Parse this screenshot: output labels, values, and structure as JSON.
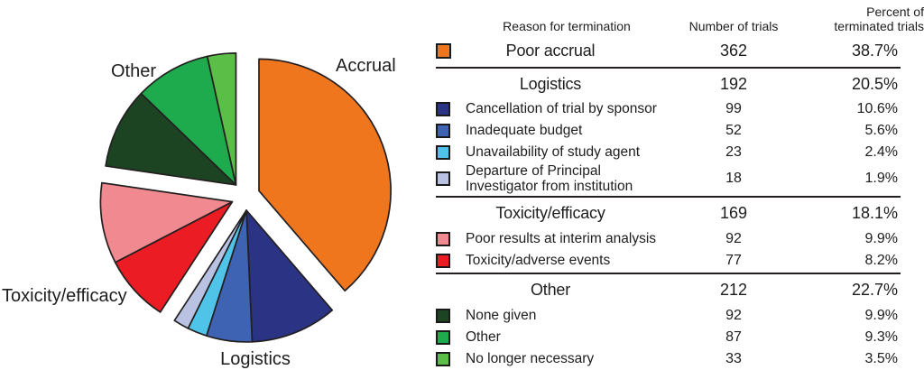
{
  "table": {
    "headers": {
      "reason": "Reason for termination",
      "trials": "Number of trials",
      "percent": "Percent of terminated trials"
    },
    "groups": [
      {
        "name": "Poor accrual",
        "trials": "362",
        "percent": "38.7%",
        "swatch": "#F0761E",
        "items": []
      },
      {
        "name": "Logistics",
        "trials": "192",
        "percent": "20.5%",
        "items": [
          {
            "label": "Cancellation of trial by sponsor",
            "trials": "99",
            "percent": "10.6%",
            "swatch": "#2A3384"
          },
          {
            "label": "Inadequate budget",
            "trials": "52",
            "percent": "5.6%",
            "swatch": "#3F63B3"
          },
          {
            "label": "Unavailability of study agent",
            "trials": "23",
            "percent": "2.4%",
            "swatch": "#4FC3E8"
          },
          {
            "label": "Departure of Principal Investigator from institution",
            "trials": "18",
            "percent": "1.9%",
            "swatch": "#B9C2E2"
          }
        ]
      },
      {
        "name": "Toxicity/efficacy",
        "trials": "169",
        "percent": "18.1%",
        "items": [
          {
            "label": "Poor results at interim analysis",
            "trials": "92",
            "percent": "9.9%",
            "swatch": "#F08A90"
          },
          {
            "label": "Toxicity/adverse events",
            "trials": "77",
            "percent": "8.2%",
            "swatch": "#EC1C24"
          }
        ]
      },
      {
        "name": "Other",
        "trials": "212",
        "percent": "22.7%",
        "items": [
          {
            "label": "None given",
            "trials": "92",
            "percent": "9.9%",
            "swatch": "#1D4422"
          },
          {
            "label": "Other",
            "trials": "87",
            "percent": "9.3%",
            "swatch": "#1EAB4D"
          },
          {
            "label": "No longer necessary",
            "trials": "33",
            "percent": "3.5%",
            "swatch": "#5BBF47"
          }
        ]
      }
    ]
  },
  "chart_data": {
    "type": "pie",
    "start_angle_deg": 90,
    "direction": "clockwise",
    "exploded_by_group": true,
    "group_labels": [
      "Accrual",
      "Logistics",
      "Toxicity/efficacy",
      "Other"
    ],
    "slices": [
      {
        "group": "Accrual",
        "label": "Poor accrual",
        "value": 38.7,
        "trials": 362,
        "color": "#F0761E"
      },
      {
        "group": "Logistics",
        "label": "Cancellation of trial by sponsor",
        "value": 10.6,
        "trials": 99,
        "color": "#2A3384"
      },
      {
        "group": "Logistics",
        "label": "Inadequate budget",
        "value": 5.6,
        "trials": 52,
        "color": "#3F63B3"
      },
      {
        "group": "Logistics",
        "label": "Unavailability of study agent",
        "value": 2.4,
        "trials": 23,
        "color": "#4FC3E8"
      },
      {
        "group": "Logistics",
        "label": "Departure of Principal Investigator from institution",
        "value": 1.9,
        "trials": 18,
        "color": "#B9C2E2"
      },
      {
        "group": "Toxicity/efficacy",
        "label": "Toxicity/adverse events",
        "value": 8.2,
        "trials": 77,
        "color": "#EC1C24"
      },
      {
        "group": "Toxicity/efficacy",
        "label": "Poor results at interim analysis",
        "value": 9.9,
        "trials": 92,
        "color": "#F08A90"
      },
      {
        "group": "Other",
        "label": "None given",
        "value": 9.9,
        "trials": 92,
        "color": "#1D4422"
      },
      {
        "group": "Other",
        "label": "Other",
        "value": 9.3,
        "trials": 87,
        "color": "#1EAB4D"
      },
      {
        "group": "Other",
        "label": "No longer necessary",
        "value": 3.5,
        "trials": 33,
        "color": "#5BBF47"
      }
    ]
  }
}
